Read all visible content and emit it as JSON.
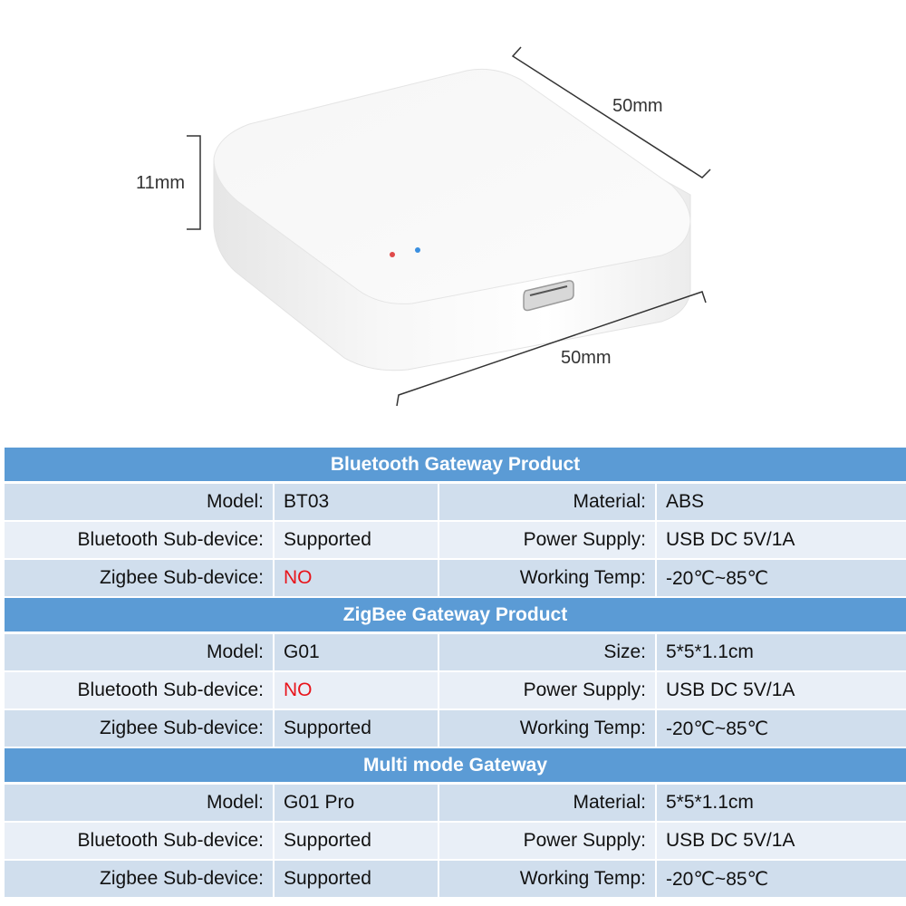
{
  "product_image": {
    "dimensions": {
      "height_label": "11mm",
      "depth_label": "50mm",
      "width_label": "50mm"
    },
    "led_colors": {
      "red": "#e04a4a",
      "blue": "#3a8fe0"
    }
  },
  "colors": {
    "header_bg": "#5b9bd5",
    "row_odd_bg": "#d0deed",
    "row_even_bg": "#e9eff7",
    "negative_text": "#e8141b"
  },
  "sections": [
    {
      "title": "Bluetooth Gateway Product",
      "rows": [
        {
          "label1": "Model:",
          "value1": "BT03",
          "value1_negative": false,
          "label2": "Material:",
          "value2": "ABS"
        },
        {
          "label1": "Bluetooth Sub-device:",
          "value1": "Supported",
          "value1_negative": false,
          "label2": "Power Supply:",
          "value2": "USB DC 5V/1A"
        },
        {
          "label1": "Zigbee Sub-device:",
          "value1": "NO",
          "value1_negative": true,
          "label2": "Working Temp:",
          "value2": "-20℃~85℃"
        }
      ]
    },
    {
      "title": "ZigBee Gateway Product",
      "rows": [
        {
          "label1": "Model:",
          "value1": "G01",
          "value1_negative": false,
          "label2": "Size:",
          "value2": "5*5*1.1cm"
        },
        {
          "label1": "Bluetooth Sub-device:",
          "value1": "NO",
          "value1_negative": true,
          "label2": "Power Supply:",
          "value2": "USB DC 5V/1A"
        },
        {
          "label1": "Zigbee Sub-device:",
          "value1": "Supported",
          "value1_negative": false,
          "label2": "Working Temp:",
          "value2": "-20℃~85℃"
        }
      ]
    },
    {
      "title": "Multi mode Gateway",
      "rows": [
        {
          "label1": "Model:",
          "value1": "G01 Pro",
          "value1_negative": false,
          "label2": "Material:",
          "value2": "5*5*1.1cm"
        },
        {
          "label1": "Bluetooth Sub-device:",
          "value1": "Supported",
          "value1_negative": false,
          "label2": "Power Supply:",
          "value2": "USB DC 5V/1A"
        },
        {
          "label1": "Zigbee Sub-device:",
          "value1": "Supported",
          "value1_negative": false,
          "label2": "Working Temp:",
          "value2": "-20℃~85℃"
        }
      ]
    }
  ]
}
